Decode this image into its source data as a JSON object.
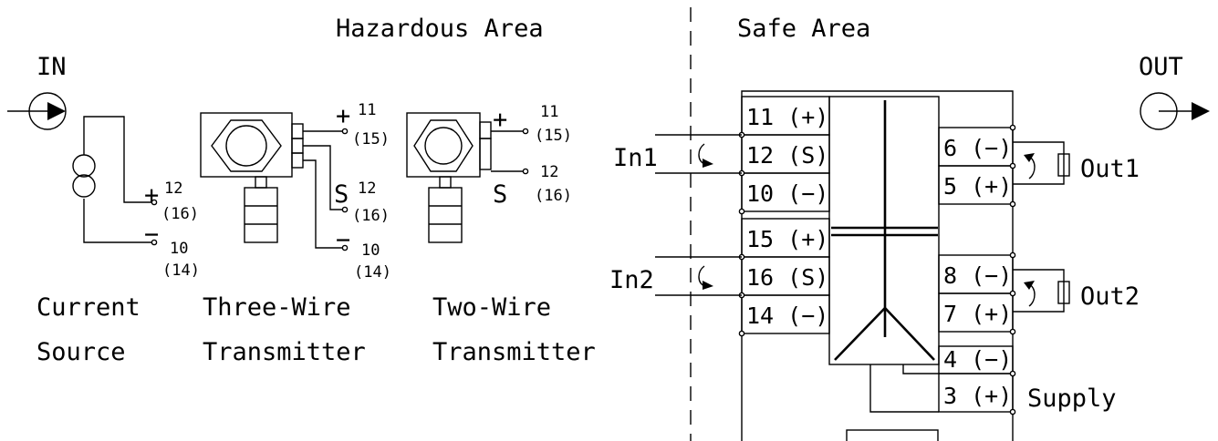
{
  "areas": {
    "hazardous": "Hazardous Area",
    "safe": "Safe Area"
  },
  "io": {
    "in": "IN",
    "out": "OUT"
  },
  "current_source": {
    "label_line1": "Current",
    "label_line2": "Source",
    "plus": "+",
    "plus_num": "12",
    "plus_alt": "(16)",
    "minus": "−",
    "minus_num": "10",
    "minus_alt": "(14)"
  },
  "three_wire": {
    "label_line1": "Three-Wire",
    "label_line2": "Transmitter",
    "plus": "+",
    "plus_num": "11",
    "plus_alt": "(15)",
    "s": "S",
    "s_num": "12",
    "s_alt": "(16)",
    "minus": "−",
    "minus_num": "10",
    "minus_alt": "(14)"
  },
  "two_wire": {
    "label_line1": "Two-Wire",
    "label_line2": "Transmitter",
    "plus": "+",
    "plus_num": "11",
    "plus_alt": "(15)",
    "s": "S",
    "s_num": "12",
    "s_alt": "(16)"
  },
  "inputs": {
    "in1": "In1",
    "in2": "In2"
  },
  "left_terminals": [
    "11 (+)",
    "12 (S)",
    "10 (−)",
    "15 (+)",
    "16 (S)",
    "14 (−)"
  ],
  "right_terminals": [
    "6 (−)",
    "5 (+)",
    "8 (−)",
    "7 (+)",
    "4 (−)",
    "3 (+)"
  ],
  "outputs": {
    "out1": "Out1",
    "out2": "Out2",
    "supply": "Supply"
  }
}
